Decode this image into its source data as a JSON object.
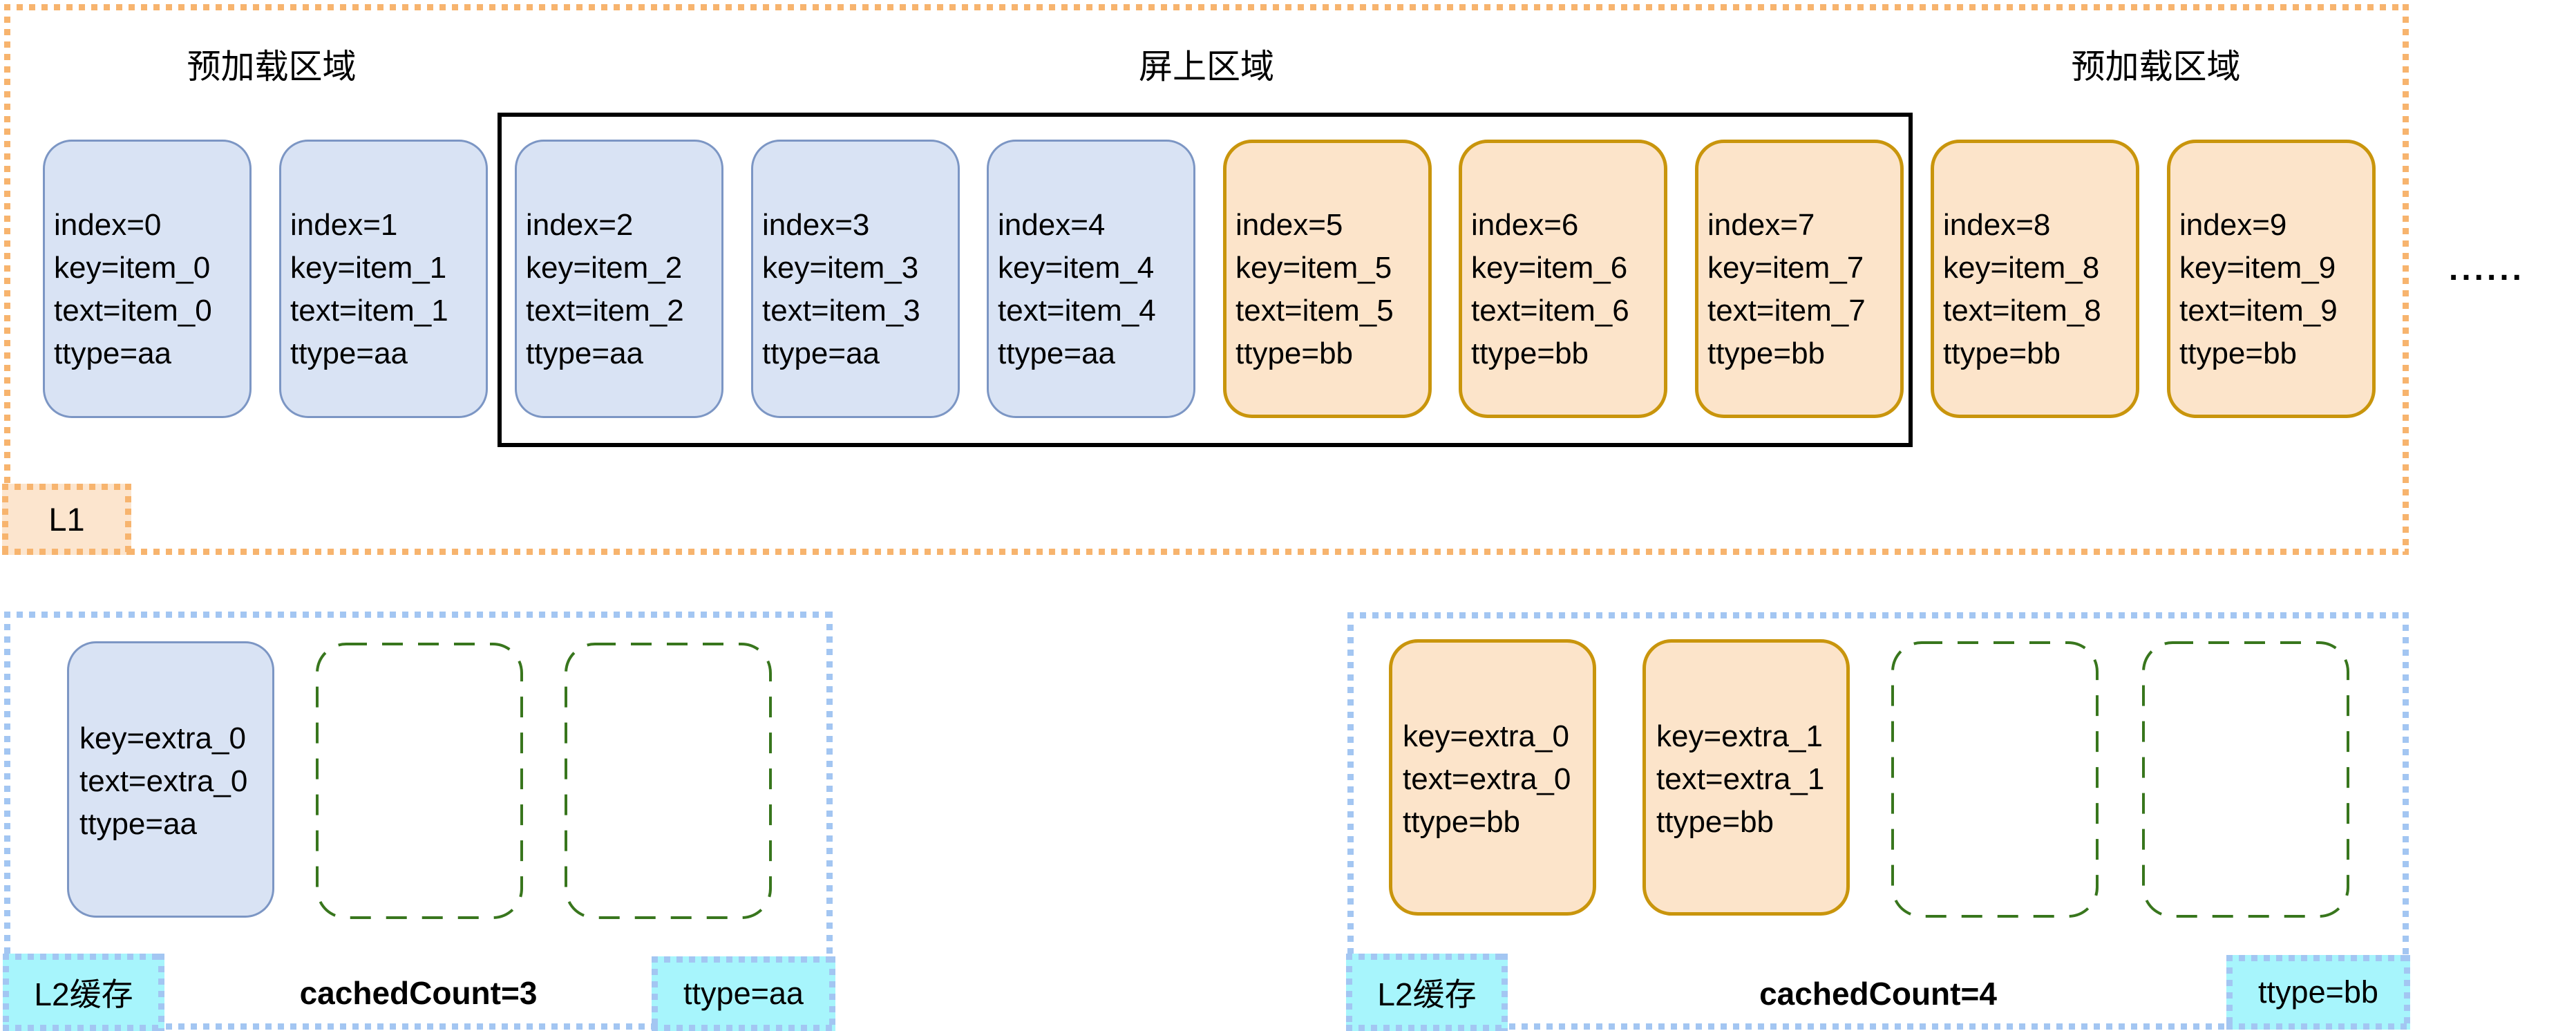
{
  "l1": {
    "tag_label": "L1",
    "preload_left_label": "预加载区域",
    "onscreen_label": "屏上区域",
    "preload_right_label": "预加载区域",
    "ellipsis": "......",
    "cards": [
      {
        "lines": [
          "index=0",
          "key=item_0",
          "text=item_0",
          "ttype=aa"
        ],
        "variant": "aa"
      },
      {
        "lines": [
          "index=1",
          "key=item_1",
          "text=item_1",
          "ttype=aa"
        ],
        "variant": "aa"
      },
      {
        "lines": [
          "index=2",
          "key=item_2",
          "text=item_2",
          "ttype=aa"
        ],
        "variant": "aa"
      },
      {
        "lines": [
          "index=3",
          "key=item_3",
          "text=item_3",
          "ttype=aa"
        ],
        "variant": "aa"
      },
      {
        "lines": [
          "index=4",
          "key=item_4",
          "text=item_4",
          "ttype=aa"
        ],
        "variant": "aa"
      },
      {
        "lines": [
          "index=5",
          "key=item_5",
          "text=item_5",
          "ttype=bb"
        ],
        "variant": "bb"
      },
      {
        "lines": [
          "index=6",
          "key=item_6",
          "text=item_6",
          "ttype=bb"
        ],
        "variant": "bb"
      },
      {
        "lines": [
          "index=7",
          "key=item_7",
          "text=item_7",
          "ttype=bb"
        ],
        "variant": "bb"
      },
      {
        "lines": [
          "index=8",
          "key=item_8",
          "text=item_8",
          "ttype=bb"
        ],
        "variant": "bb"
      },
      {
        "lines": [
          "index=9",
          "key=item_9",
          "text=item_9",
          "ttype=bb"
        ],
        "variant": "bb"
      }
    ]
  },
  "l2_left": {
    "tag_label": "L2缓存",
    "cached_count": "cachedCount=3",
    "ttype_badge": "ttype=aa",
    "empty_slots": 2,
    "cards": [
      {
        "lines": [
          "key=extra_0",
          "text=extra_0",
          "ttype=aa"
        ],
        "variant": "aa"
      }
    ]
  },
  "l2_right": {
    "tag_label": "L2缓存",
    "cached_count": "cachedCount=4",
    "ttype_badge": "ttype=bb",
    "empty_slots": 2,
    "cards": [
      {
        "lines": [
          "key=extra_0",
          "text=extra_0",
          "ttype=bb"
        ],
        "variant": "bb"
      },
      {
        "lines": [
          "key=extra_1",
          "text=extra_1",
          "ttype=bb"
        ],
        "variant": "bb"
      }
    ]
  },
  "colors": {
    "l1_dash": "#F7B46E",
    "l1_tag_fill": "#FCE5CE",
    "l2_dash": "#A3C6F2",
    "badge_fill": "#A7F5FC",
    "blue_card_fill": "#D9E3F4",
    "blue_card_border": "#7C96C4",
    "orange_card_fill": "#FCE4CA",
    "orange_card_border": "#C9950C",
    "empty_slot_dash": "#38761D",
    "onscreen_border": "#000000"
  }
}
